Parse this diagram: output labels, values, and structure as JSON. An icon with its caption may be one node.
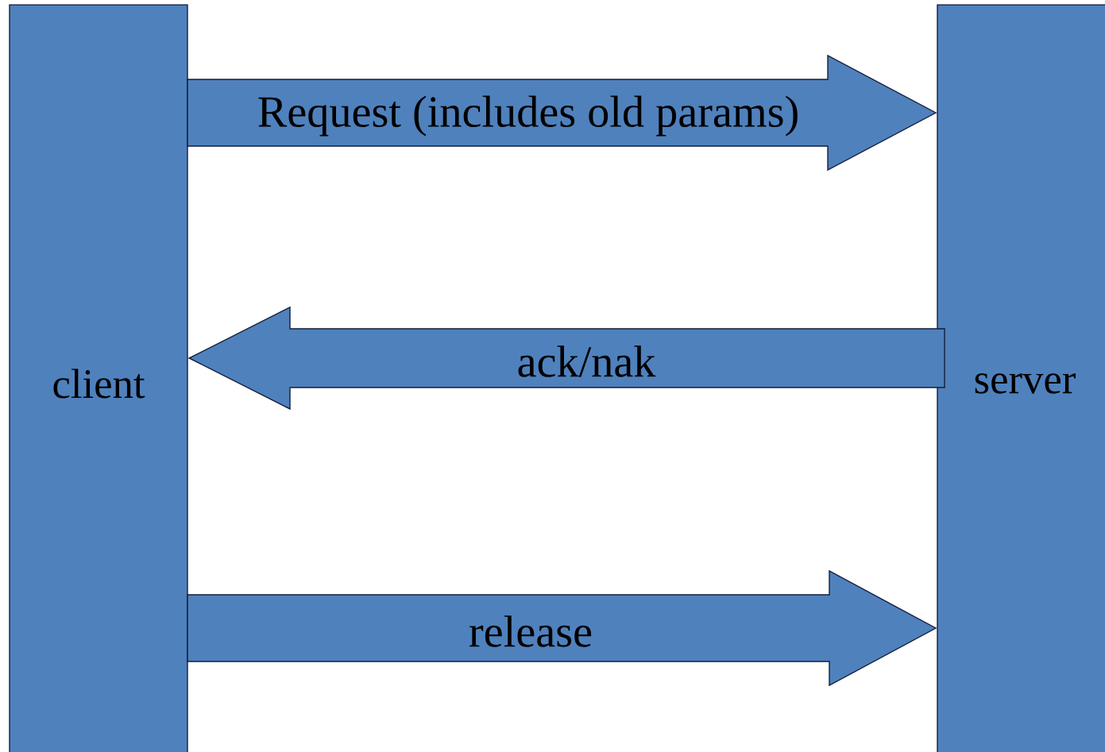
{
  "diagram": {
    "nodes": [
      {
        "text": [
          "client"
        ]
      },
      {
        "text": [
          "server"
        ]
      }
    ],
    "edges": [
      {
        "from": 0,
        "to": 1,
        "arrow": "to",
        "label": "Request (includes old params)"
      },
      {
        "from": 1,
        "to": 0,
        "arrow": "to",
        "label": "ack/nak"
      },
      {
        "from": 0,
        "to": 1,
        "arrow": "to",
        "label": "release"
      }
    ]
  }
}
